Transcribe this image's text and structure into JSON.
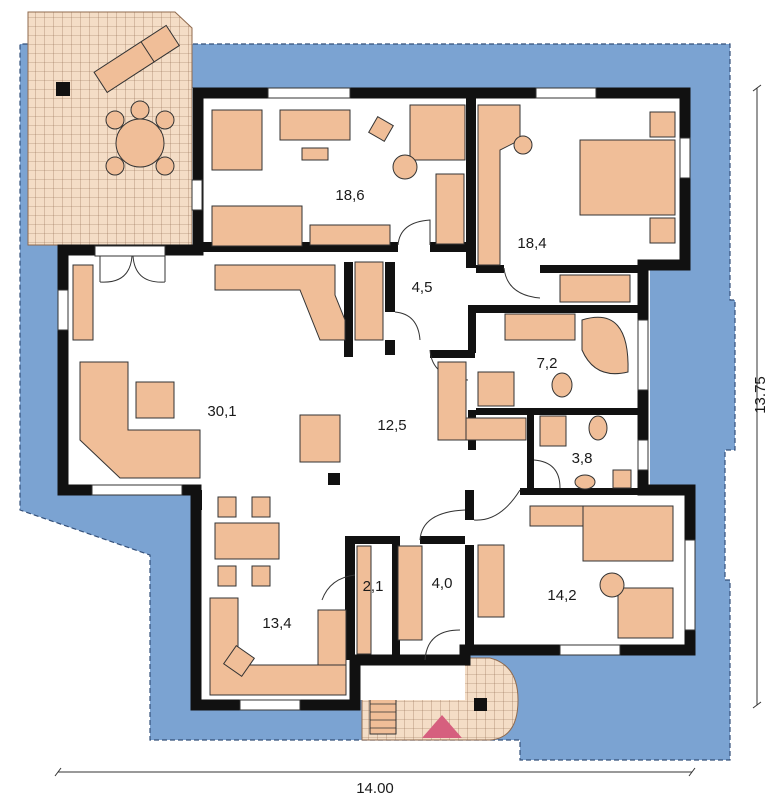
{
  "plan": {
    "colors": {
      "roof": "#7ba3d2",
      "wall": "#111111",
      "floor": "#ffffff",
      "furniture": "#f0be98",
      "terrace": "#f4ddc6",
      "arrow": "#d65f7e"
    },
    "rooms": [
      {
        "id": "bedroom-a",
        "area": "18,6"
      },
      {
        "id": "bedroom-b",
        "area": "18,4"
      },
      {
        "id": "hall-upper",
        "area": "4,5"
      },
      {
        "id": "bathroom",
        "area": "7,2"
      },
      {
        "id": "living",
        "area": "30,1"
      },
      {
        "id": "hall-central",
        "area": "12,5"
      },
      {
        "id": "wc",
        "area": "3,8"
      },
      {
        "id": "storage",
        "area": "2,1"
      },
      {
        "id": "entry",
        "area": "4,0"
      },
      {
        "id": "bedroom-c",
        "area": "14,2"
      },
      {
        "id": "kitchen",
        "area": "13,4"
      }
    ],
    "dimensions": {
      "width": "14.00",
      "depth": "13.75"
    }
  }
}
